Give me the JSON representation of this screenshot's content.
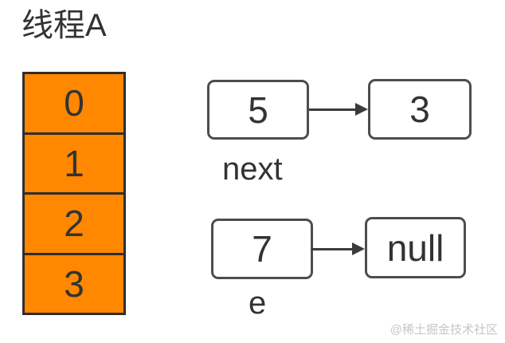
{
  "title": "线程A",
  "array": {
    "name": "thread-a-array",
    "cells": [
      "0",
      "1",
      "2",
      "3"
    ]
  },
  "nodes": [
    {
      "value": "5",
      "points_to": "3",
      "label": "next"
    },
    {
      "value": "7",
      "points_to": "null",
      "label": "e"
    }
  ],
  "watermark": "@稀土掘金技术社区",
  "colors": {
    "array-fill": "#ff8800",
    "array-stroke": "#2e2e2e",
    "box-stroke": "#4d4d4d",
    "text": "#333333",
    "arrow": "#3b3b3b",
    "watermark": "#c6c6c6",
    "background": "#ffffff"
  }
}
